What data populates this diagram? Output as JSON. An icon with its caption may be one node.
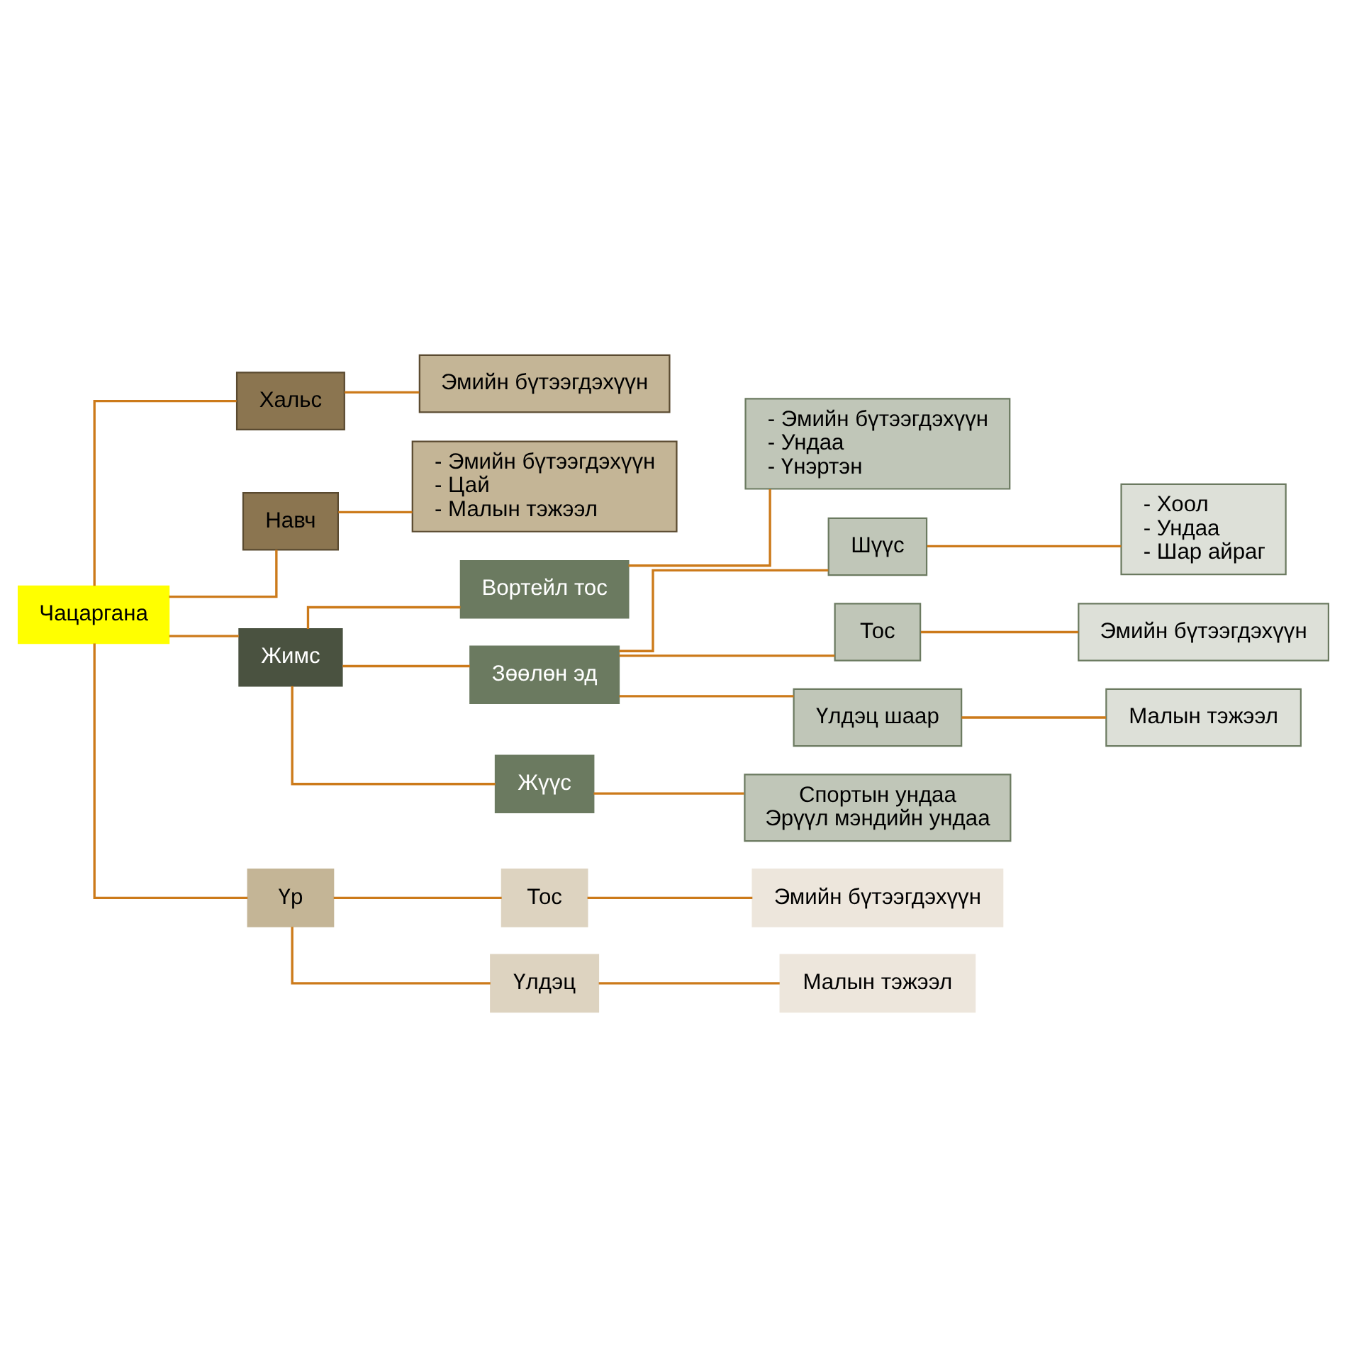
{
  "diagram": {
    "nodes": [
      {
        "text": [
          "Чацаргана"
        ]
      },
      {
        "text": [
          "Хальс"
        ]
      },
      {
        "text": [
          "Эмийн бүтээгдэхүүн"
        ]
      },
      {
        "text": [
          "Навч"
        ]
      },
      {
        "text": [
          "- Эмийн бүтээгдэхүүн",
          "- Цай",
          "- Малын тэжээл"
        ]
      },
      {
        "text": [
          "Жимс"
        ]
      },
      {
        "text": [
          "Вортейл тос"
        ]
      },
      {
        "text": [
          "- Эмийн бүтээгдэхүүн",
          "- Ундаа",
          "- Үнэртэн"
        ]
      },
      {
        "text": [
          "Зөөлөн эд"
        ]
      },
      {
        "text": [
          "Шүүс"
        ]
      },
      {
        "text": [
          "- Хоол",
          "- Ундаа",
          "- Шар айраг"
        ]
      },
      {
        "text": [
          "Тос"
        ]
      },
      {
        "text": [
          "Эмийн бүтээгдэхүүн"
        ]
      },
      {
        "text": [
          "Үлдэц шаар"
        ]
      },
      {
        "text": [
          "Малын тэжээл"
        ]
      },
      {
        "text": [
          "Жүүс"
        ]
      },
      {
        "text": [
          "Спортын ундаа",
          "Эрүүл мэндийн ундаа"
        ]
      },
      {
        "text": [
          "Үр"
        ]
      },
      {
        "text": [
          "Тос"
        ]
      },
      {
        "text": [
          "Эмийн бүтээгдэхүүн"
        ]
      },
      {
        "text": [
          "Үлдэц"
        ]
      },
      {
        "text": [
          "Малын тэжээл"
        ]
      }
    ],
    "edges": [
      {
        "from": 0,
        "to": 1,
        "arrow": "none"
      },
      {
        "from": 1,
        "to": 2,
        "arrow": "none"
      },
      {
        "from": 0,
        "to": 3,
        "arrow": "none"
      },
      {
        "from": 3,
        "to": 4,
        "arrow": "none"
      },
      {
        "from": 0,
        "to": 5,
        "arrow": "none"
      },
      {
        "from": 5,
        "to": 6,
        "arrow": "none"
      },
      {
        "from": 6,
        "to": 7,
        "arrow": "none"
      },
      {
        "from": 5,
        "to": 8,
        "arrow": "none"
      },
      {
        "from": 8,
        "to": 9,
        "arrow": "none"
      },
      {
        "from": 9,
        "to": 10,
        "arrow": "none"
      },
      {
        "from": 8,
        "to": 11,
        "arrow": "none"
      },
      {
        "from": 11,
        "to": 12,
        "arrow": "none"
      },
      {
        "from": 8,
        "to": 13,
        "arrow": "none"
      },
      {
        "from": 13,
        "to": 14,
        "arrow": "none"
      },
      {
        "from": 5,
        "to": 15,
        "arrow": "none"
      },
      {
        "from": 15,
        "to": 16,
        "arrow": "none"
      },
      {
        "from": 0,
        "to": 17,
        "arrow": "none"
      },
      {
        "from": 17,
        "to": 18,
        "arrow": "none"
      },
      {
        "from": 18,
        "to": 19,
        "arrow": "none"
      },
      {
        "from": 17,
        "to": 20,
        "arrow": "none"
      },
      {
        "from": 20,
        "to": 21,
        "arrow": "none"
      }
    ]
  }
}
